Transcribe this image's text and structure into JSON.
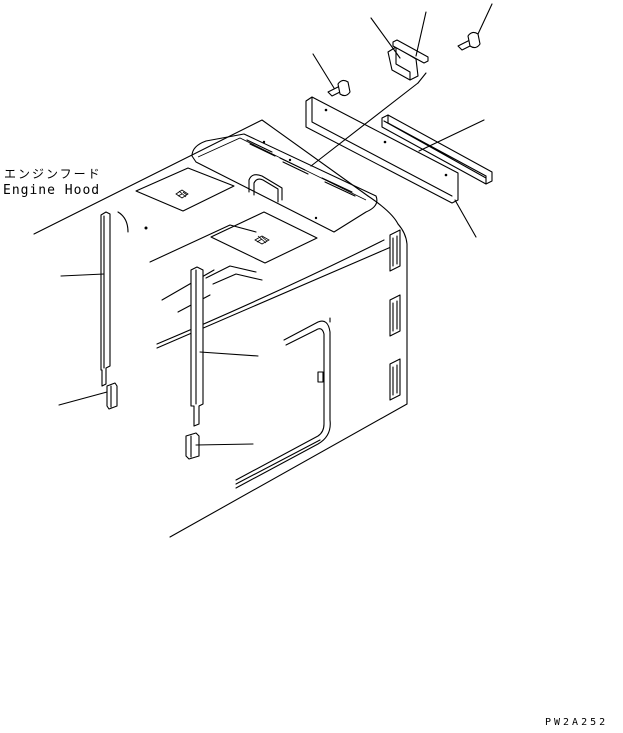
{
  "labels": {
    "hood_name_jp": "エンジンフード",
    "hood_name_en": "Engine Hood"
  },
  "drawing_code": "PW2A252"
}
